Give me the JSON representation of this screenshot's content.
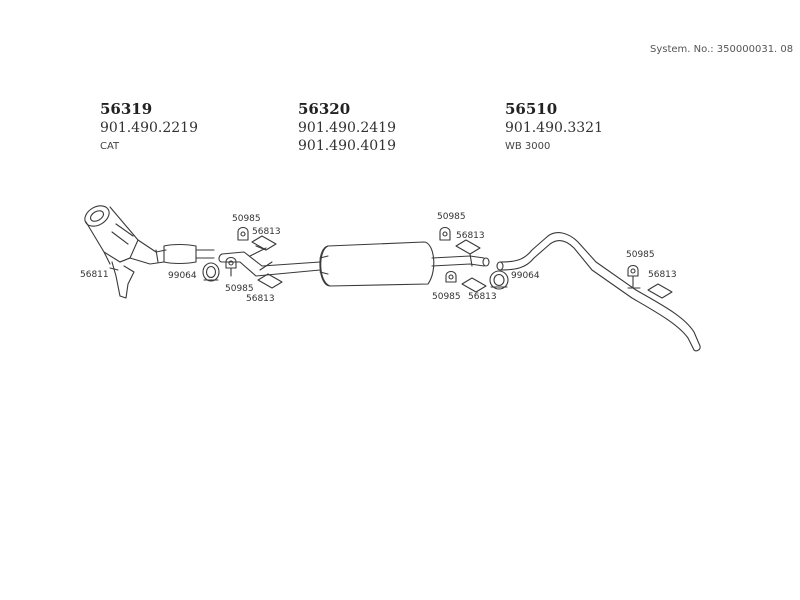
{
  "system_number": "System. No.: 350000031. 08",
  "groups": [
    {
      "code": "56319",
      "numbers": [
        "901.490.2219"
      ],
      "note": "CAT"
    },
    {
      "code": "56320",
      "numbers": [
        "901.490.2419",
        "901.490.4019"
      ],
      "note": ""
    },
    {
      "code": "56510",
      "numbers": [
        "901.490.3321"
      ],
      "note": "WB 3000"
    }
  ],
  "part_labels": [
    "56811",
    "50985",
    "56813",
    "99064",
    "50985",
    "56813",
    "50985",
    "56813",
    "99064",
    "50985",
    "56813",
    "50985",
    "56813"
  ],
  "line_color": "#3a3a3a"
}
